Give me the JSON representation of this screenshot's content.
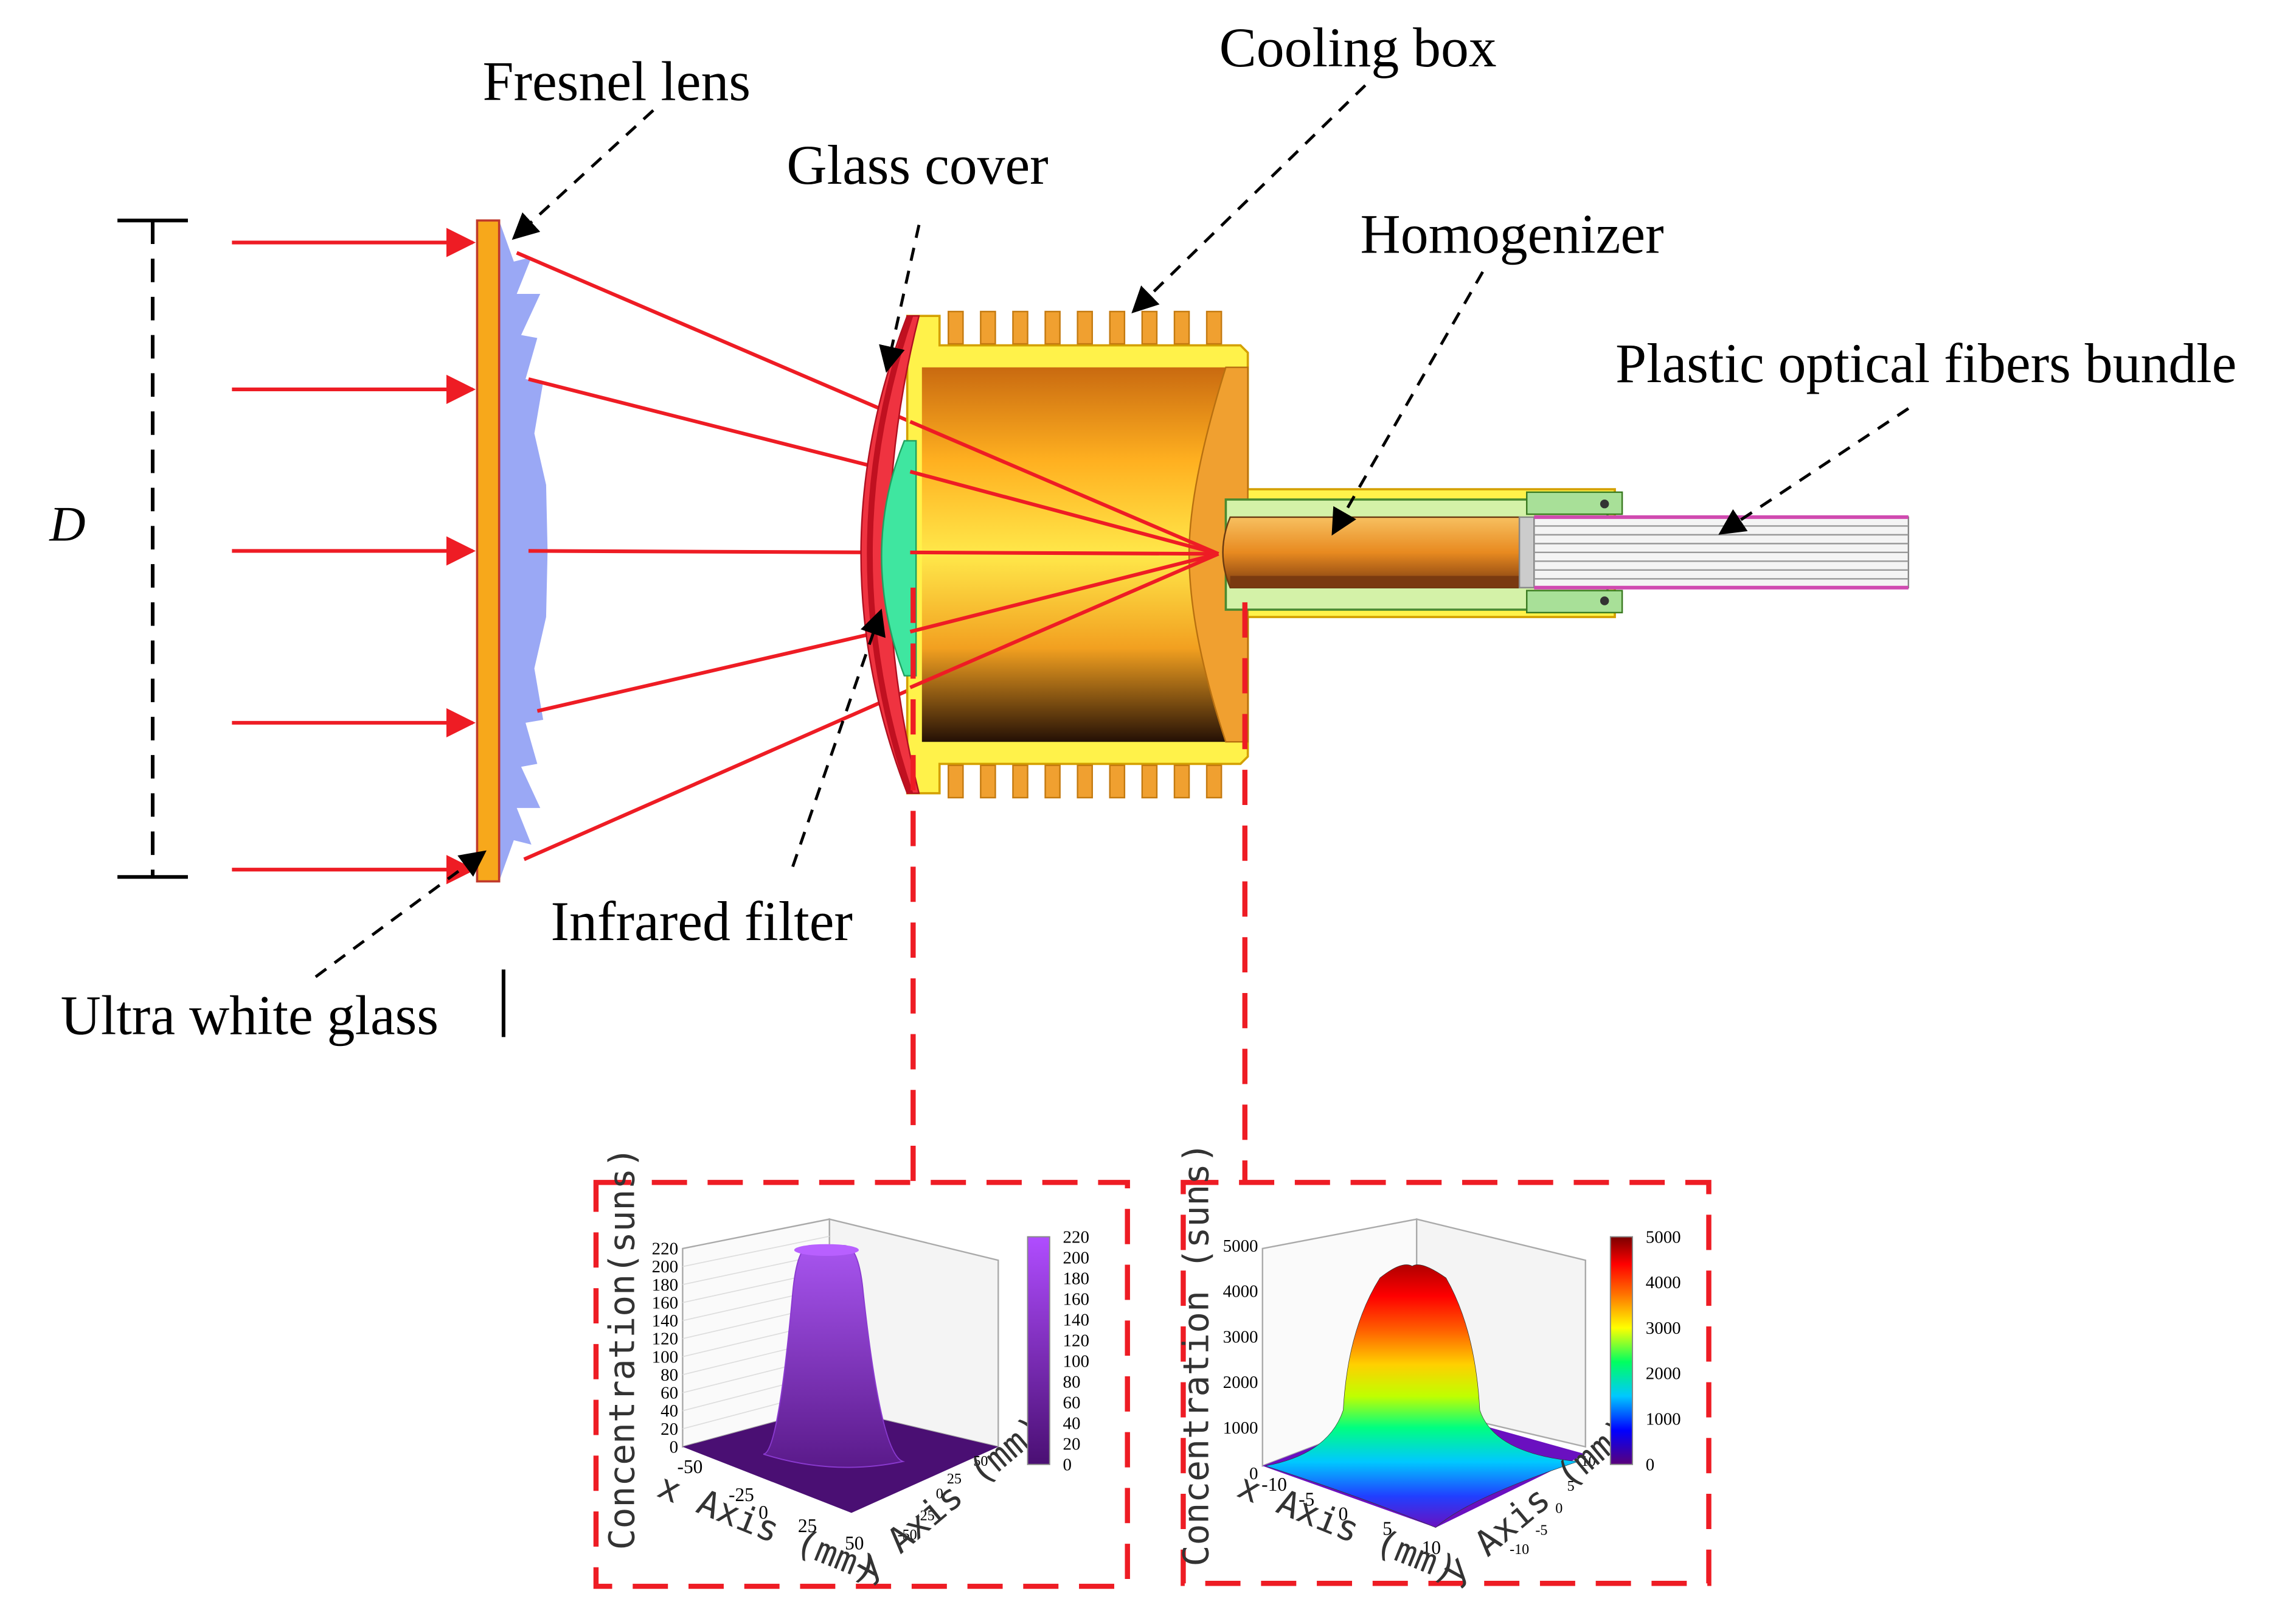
{
  "labels": {
    "fresnel_lens": "Fresnel lens",
    "cooling_box": "Cooling box",
    "glass_cover": "Glass cover",
    "homogenizer": "Homogenizer",
    "plastic_fibers": "Plastic optical fibers bundle",
    "D": "D",
    "infrared_filter": "Infrared filter",
    "ultra_white_glass": "Ultra white glass"
  },
  "colors": {
    "ray": "#ee1c24",
    "glass": "#f7a81b",
    "fresnel": "#9aa8f5",
    "glass_cover": "#ef3340",
    "infrared_filter": "#3fe6a0",
    "cooling_box": "#fff24a",
    "fins": "#f0a030",
    "callout_box": "#ee1c24"
  },
  "chart_data": [
    {
      "type": "surface3d",
      "zlabel": "Concentration(suns)",
      "xlabel": "x Axis (mm)",
      "ylabel": "y Axis (mm)",
      "z_ticks": [
        "0",
        "20",
        "40",
        "60",
        "80",
        "100",
        "120",
        "140",
        "160",
        "180",
        "200",
        "220"
      ],
      "x_ticks": [
        "-50",
        "-25",
        "0",
        "25",
        "50"
      ],
      "y_ticks": [
        "50",
        "25",
        "0",
        "-25",
        "-50"
      ],
      "colorbar_ticks": [
        "220",
        "200",
        "180",
        "160",
        "140",
        "120",
        "100",
        "80",
        "60",
        "40",
        "20",
        "0"
      ],
      "zlim": [
        0,
        220
      ],
      "xlim": [
        -50,
        50
      ],
      "ylim": [
        -50,
        50
      ],
      "colormap": [
        "#4a0f73",
        "#b04dff"
      ],
      "profile": "flat-top",
      "peak": 220
    },
    {
      "type": "surface3d",
      "zlabel": "Concentration (suns)",
      "xlabel": "x Axis (mm)",
      "ylabel": "y Axis (mm)",
      "z_ticks": [
        "0",
        "1000",
        "2000",
        "3000",
        "4000",
        "5000"
      ],
      "x_ticks": [
        "-10",
        "-5",
        "0",
        "5",
        "10"
      ],
      "y_ticks": [
        "10",
        "5",
        "0",
        "-5",
        "-10"
      ],
      "colorbar_ticks": [
        "5000",
        "4000",
        "3000",
        "2000",
        "1000",
        "0"
      ],
      "zlim": [
        0,
        5000
      ],
      "xlim": [
        -10,
        10
      ],
      "ylim": [
        -10,
        10
      ],
      "colormap": [
        "#5a007a",
        "#0000ff",
        "#00c8ff",
        "#00ff60",
        "#ffff00",
        "#ff7000",
        "#ff0000",
        "#7a0000"
      ],
      "profile": "gaussian",
      "peak": 4600
    }
  ]
}
